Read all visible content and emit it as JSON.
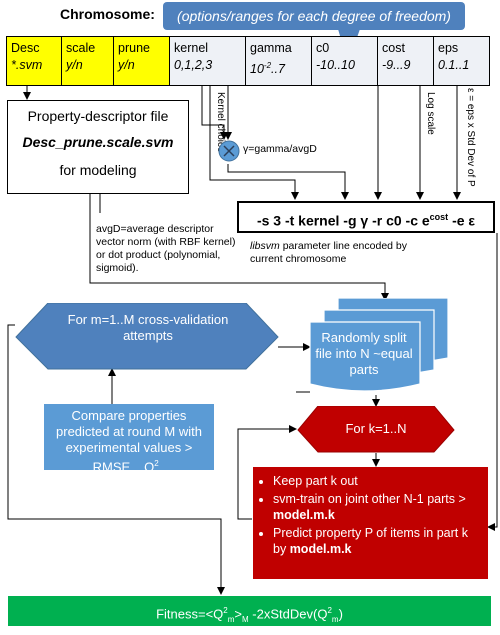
{
  "chromosome": {
    "title": "Chromosome:",
    "callout": "(options/ranges for each degree of freedom)",
    "genes": [
      {
        "name": "Desc",
        "range": "*.svm"
      },
      {
        "name": "scale",
        "range": "y/n"
      },
      {
        "name": "prune",
        "range": "y/n"
      },
      {
        "name": "kernel",
        "range": "0,1,2,3"
      },
      {
        "name": "gamma",
        "range": "10",
        "range_sup": "-2",
        "range_tail": "..7"
      },
      {
        "name": "c0",
        "range": "-10..10"
      },
      {
        "name": "cost",
        "range": "-9...9"
      },
      {
        "name": "eps",
        "range": "0.1..1"
      }
    ]
  },
  "notes": {
    "kernel_choice": "Kernel choice",
    "log_scale": "Log scale",
    "eps_def": "ε = eps x Std Dev of P",
    "gamma_def": "γ=gamma/avgD",
    "avgd_def": "avgD=average descriptor vector norm (with RBF kernel) or dot product (polynomial, sigmoid).",
    "libsvm_word": "libsvm",
    "libsvm_rest": "parameter line encoded by current chromosome"
  },
  "property_file": {
    "line1": "Property-descriptor file",
    "line2": "Desc_prune.scale.svm",
    "line3": "for modeling"
  },
  "param_line": {
    "pre": "-s 3 -t kernel -g γ  -r c0 -c e",
    "sup": "cost",
    "post": " -e ε"
  },
  "flow": {
    "cv_loop": "For m=1..M cross-validation attempts",
    "split": "Randomly split file into N ~equal parts",
    "k_loop": "For k=1..N",
    "compare": {
      "pre": "Compare properties predicted at round M with experimental values > RMSE",
      "sub1": "m",
      "mid": ", Q",
      "sup": "2",
      "sub2": "m"
    },
    "steps": [
      {
        "text": "Keep part k out"
      },
      {
        "pre": "svm-train on joint other N-1 parts  > ",
        "bold": "model.m.k"
      },
      {
        "pre": "Predict property P of items in part k by ",
        "bold": "model.m.k"
      }
    ],
    "fitness": {
      "a": "Fitness=<Q",
      "sup1": "2",
      "b": "m",
      "c": ">",
      "sub1": "M",
      "d": " -2xStdDev(Q",
      "sup2": "2",
      "e": "m",
      "f": ")"
    }
  },
  "colors": {
    "yellow": "#ffff00",
    "blue": "#5b9bd5",
    "red": "#c00000",
    "green": "#00b050"
  }
}
